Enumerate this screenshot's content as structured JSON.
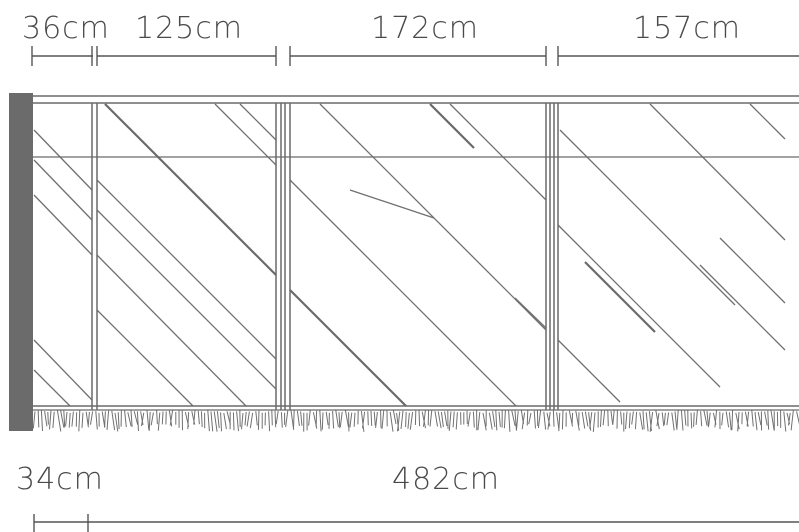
{
  "diagram": {
    "top_dimensions": [
      {
        "id": "seg-1",
        "label": "36cm"
      },
      {
        "id": "seg-2",
        "label": "125cm"
      },
      {
        "id": "seg-3",
        "label": "172cm"
      },
      {
        "id": "seg-4",
        "label": "157cm"
      }
    ],
    "bottom_dimensions": [
      {
        "id": "bottom-left",
        "label": "34cm"
      },
      {
        "id": "bottom-total",
        "label": "482cm"
      }
    ],
    "colors": {
      "wall": "#6b6b6b",
      "line": "#6a6a6a",
      "text": "#4a4a4a"
    }
  }
}
